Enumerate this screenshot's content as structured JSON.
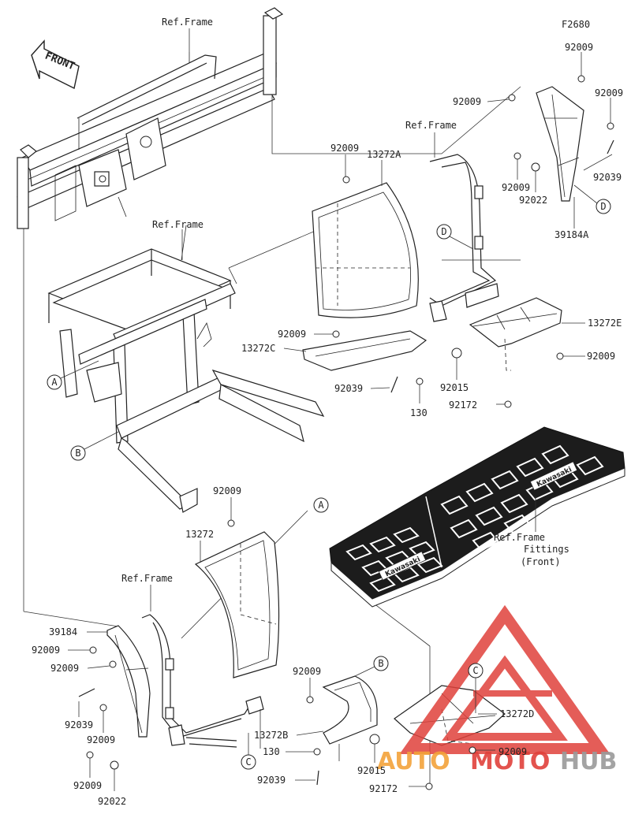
{
  "figure_code": "F2680",
  "front_arrow": "FRONT",
  "watermark": {
    "part1": "AUTO",
    "part2": "MOTO",
    "part3": "HUB",
    "color_orange": "#f3a33a",
    "color_red": "#e0413b",
    "color_gray": "#9a9a9a"
  },
  "callouts": [
    "A",
    "B",
    "C",
    "D"
  ],
  "labels": {
    "ref_frame_top": "Ref.Frame",
    "ref_frame_right": "Ref.Frame",
    "ref_frame_mid": "Ref.Frame",
    "ref_frame_lower": "Ref.Frame",
    "ref_frame_fittings_1": "Ref.Frame",
    "ref_frame_fittings_2": "Fittings",
    "ref_frame_fittings_3": "(Front)",
    "p92009_a": "92009",
    "p92009_b": "92009",
    "p92009_c": "92009",
    "p92009_d": "92009",
    "p39184a": "39184A",
    "p92039_a": "92039",
    "p92022_a": "92022",
    "p13272a": "13272A",
    "p92009_e": "92009",
    "p92009_f": "92009",
    "p13272c": "13272C",
    "p92039_b": "92039",
    "p130_a": "130",
    "p92015_a": "92015",
    "p92172_a": "92172",
    "p13272e": "13272E",
    "p92009_g": "92009",
    "p92009_h": "92009",
    "p13272": "13272",
    "p39184": "39184",
    "p92009_i": "92009",
    "p92009_j": "92009",
    "p92039_c": "92039",
    "p92009_k": "92009",
    "p92009_l": "92009",
    "p92022_b": "92022",
    "p92009_m": "92009",
    "p13272b": "13272B",
    "p130_b": "130",
    "p92039_d": "92039",
    "p92015_b": "92015",
    "p92172_b": "92172",
    "p13272d": "13272D",
    "p92009_n": "92009"
  },
  "floor_mat_brand": "Kawasaki"
}
